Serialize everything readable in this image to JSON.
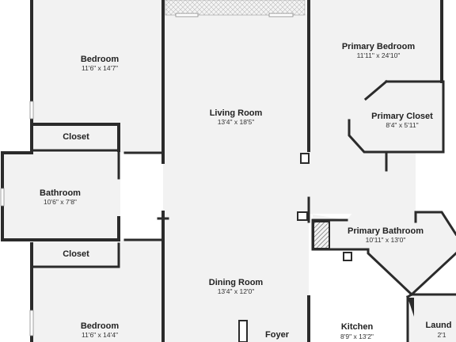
{
  "rooms": [
    {
      "id": "bedroom_1",
      "name": "Bedroom",
      "dims": "11'6\" x 14'7\""
    },
    {
      "id": "closet_1",
      "name": "Closet",
      "dims": ""
    },
    {
      "id": "bathroom",
      "name": "Bathroom",
      "dims": "10'6\" x 7'8\""
    },
    {
      "id": "closet_2",
      "name": "Closet",
      "dims": ""
    },
    {
      "id": "bedroom_2",
      "name": "Bedroom",
      "dims": "11'6\" x 14'4\""
    },
    {
      "id": "living_room",
      "name": "Living Room",
      "dims": "13'4\" x 18'5\""
    },
    {
      "id": "dining_room",
      "name": "Dining Room",
      "dims": "13'4\" x 12'0\""
    },
    {
      "id": "foyer",
      "name": "Foyer",
      "dims": ""
    },
    {
      "id": "kitchen",
      "name": "Kitchen",
      "dims": "8'9\" x 13'2\""
    },
    {
      "id": "primary_bedroom",
      "name": "Primary Bedroom",
      "dims": "11'11\" x 24'10\""
    },
    {
      "id": "primary_closet",
      "name": "Primary Closet",
      "dims": "8'4\" x 5'11\""
    },
    {
      "id": "primary_bathroom",
      "name": "Primary Bathroom",
      "dims": "10'11\" x 13'0\""
    },
    {
      "id": "laundry",
      "name": "Laund",
      "dims": "2'1"
    }
  ],
  "colors": {
    "floor": "#f2f2f2",
    "wall": "#2b2b2b",
    "exterior": "#ffffff"
  }
}
